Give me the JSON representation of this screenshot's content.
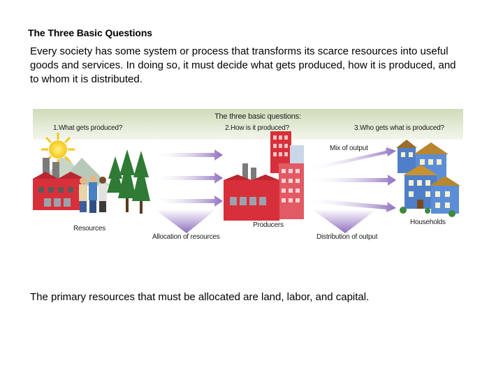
{
  "slide": {
    "title": "The Three Basic Questions",
    "intro": "Every society has some system or process that transforms its scarce resources into useful goods and services. In doing so, it must decide what gets produced, how it is produced, and to whom it is distributed.",
    "footer": "The primary resources that must be allocated are land, labor, and capital."
  },
  "diagram": {
    "heading": "The three basic questions:",
    "q1": "1.What gets produced?",
    "q2": "2.How is it produced?",
    "q3": "3.Who gets what is produced?",
    "mix": "Mix of output",
    "resources": "Resources",
    "producers": "Producers",
    "households": "Households",
    "allocation": "Allocation of resources",
    "distribution": "Distribution of output",
    "colors": {
      "band": "#dfe7cf",
      "arrow": "#8e6fbf",
      "factory": "#d8303a",
      "house": "#4f7fc8",
      "tree": "#2f7a34"
    }
  }
}
